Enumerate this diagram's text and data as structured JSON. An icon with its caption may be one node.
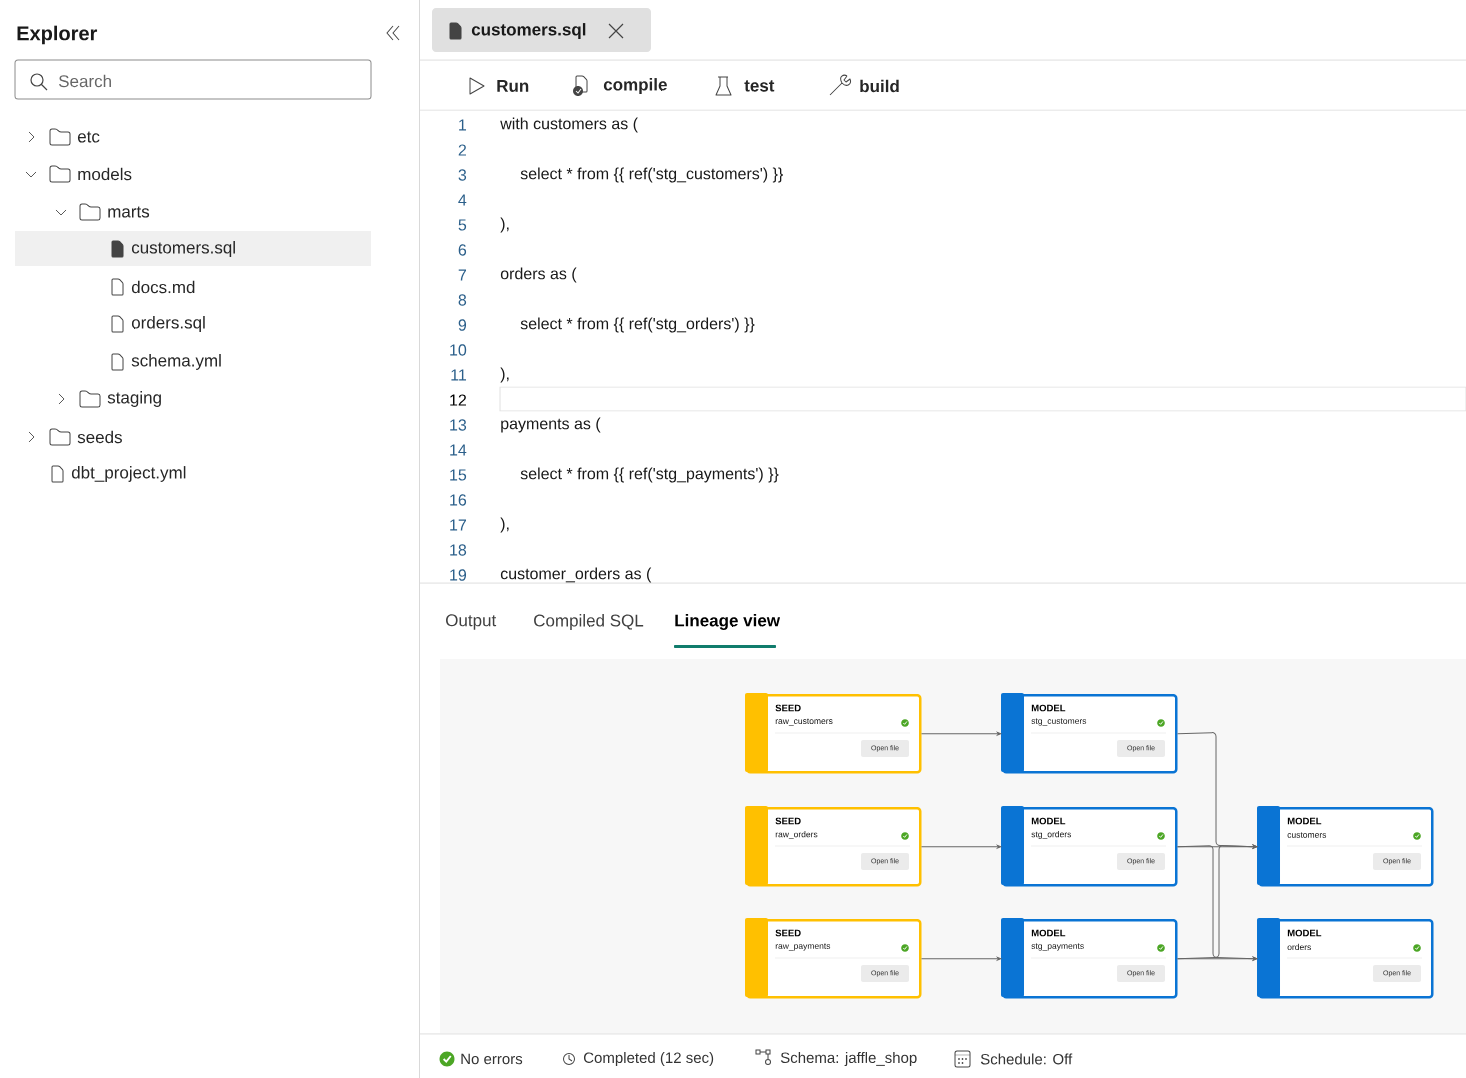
{
  "diagram": {
    "nodes": [
      {
        "text": [
          "SEED",
          "raw_customers",
          "Open file"
        ]
      },
      {
        "text": [
          "MODEL",
          "stg_customers",
          "Open file"
        ]
      },
      {
        "text": [
          "SEED",
          "raw_orders",
          "Open file"
        ]
      },
      {
        "text": [
          "MODEL",
          "stg_orders",
          "Open file"
        ]
      },
      {
        "text": [
          "MODEL",
          "customers",
          "Open file"
        ]
      },
      {
        "text": [
          "SEED",
          "raw_payments",
          "Open file"
        ]
      },
      {
        "text": [
          "MODEL",
          "stg_payments",
          "Open file"
        ]
      },
      {
        "text": [
          "MODEL",
          "orders",
          "Open file"
        ]
      }
    ],
    "edges": [
      {
        "from": 0,
        "to": 1,
        "arrow": "to"
      },
      {
        "from": 2,
        "to": 3,
        "arrow": "to"
      },
      {
        "from": 5,
        "to": 6,
        "arrow": "to"
      },
      {
        "from": 1,
        "to": 4,
        "arrow": "to"
      },
      {
        "from": 3,
        "to": 4,
        "arrow": "to"
      },
      {
        "from": 6,
        "to": 4,
        "arrow": "to"
      },
      {
        "from": 3,
        "to": 7,
        "arrow": "to"
      },
      {
        "from": 6,
        "to": 7,
        "arrow": "to"
      }
    ],
    "labels": [
      "Explorer",
      "Search",
      "etc",
      "models",
      "marts",
      "customers.sql",
      "docs.md",
      "orders.sql",
      "schema.yml",
      "staging",
      "seeds",
      "dbt_project.yml",
      "customers.sql",
      "Run",
      "compile",
      "test",
      "build",
      "1",
      "with customers as (",
      "2",
      "3",
      "select * from {{ ref('stg_customers') }}",
      "4",
      "5",
      "),",
      "6",
      "7",
      "orders as (",
      "8",
      "9",
      "select * from {{ ref('stg_orders') }}",
      "10",
      "11",
      "),",
      "12",
      "13",
      "payments as (",
      "14",
      "15",
      "select * from {{ ref('stg_payments') }}",
      "16",
      "17",
      "),",
      "18",
      "19",
      "customer_orders as (",
      "Output",
      "Compiled SQL",
      "Lineage view",
      "No errors",
      "Completed (12 sec)",
      "Schema: jaffle_shop",
      "Schedule: Off"
    ]
  }
}
